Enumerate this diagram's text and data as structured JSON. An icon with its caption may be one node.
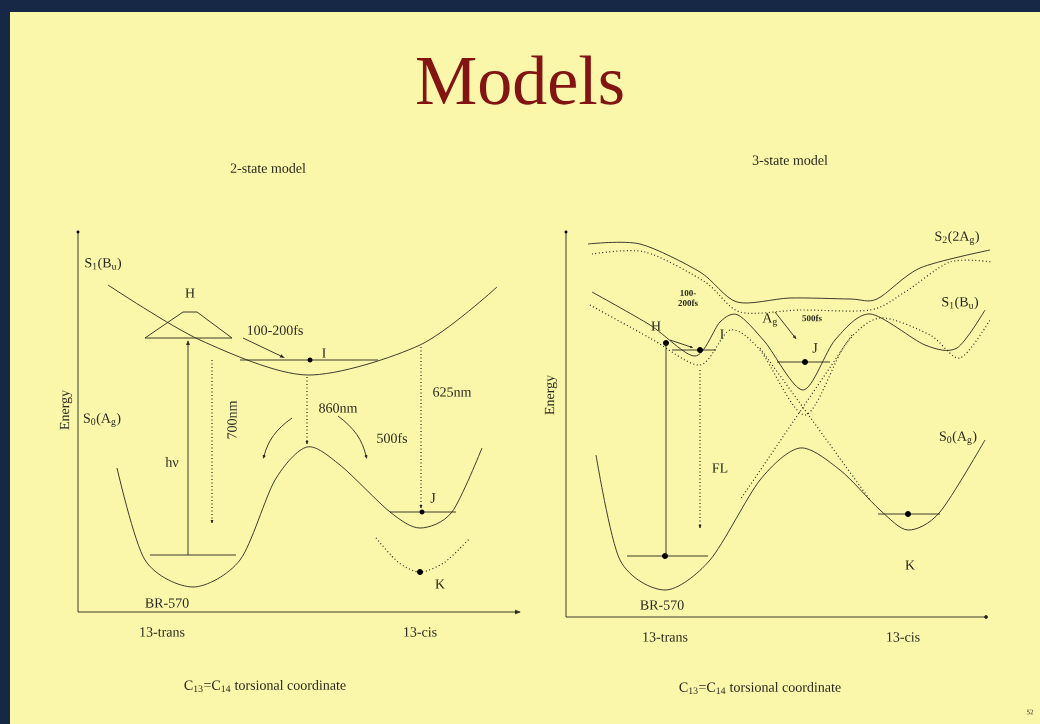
{
  "diagram": {
    "title": "Models",
    "labels": [
      "2-state model",
      "3-state model",
      "Energy",
      "S$_{1}$(B$_{u}$)",
      "H",
      "100-200fs",
      "I",
      "625nm",
      "860nm",
      "500fs",
      "700nm",
      "hν",
      "S$_{0}$(A$_{g}$)",
      "J",
      "K",
      "BR-570",
      "13-trans",
      "13-cis",
      "C$_{13}$=C$_{14}$ torsional coordinate",
      "S$_{2}$(2A$_{g}$)",
      "S$_{1}$(B$_{u}$)",
      "100-200fs",
      "H",
      "I",
      "A$_{g}$",
      "500fs",
      "J",
      "Energy",
      "S$_{0}$(A$_{g}$)",
      "FL",
      "K",
      "BR-570",
      "13-trans",
      "13-cis",
      "C$_{13}$=C$_{14}$ torsional coordinate",
      "52"
    ]
  }
}
